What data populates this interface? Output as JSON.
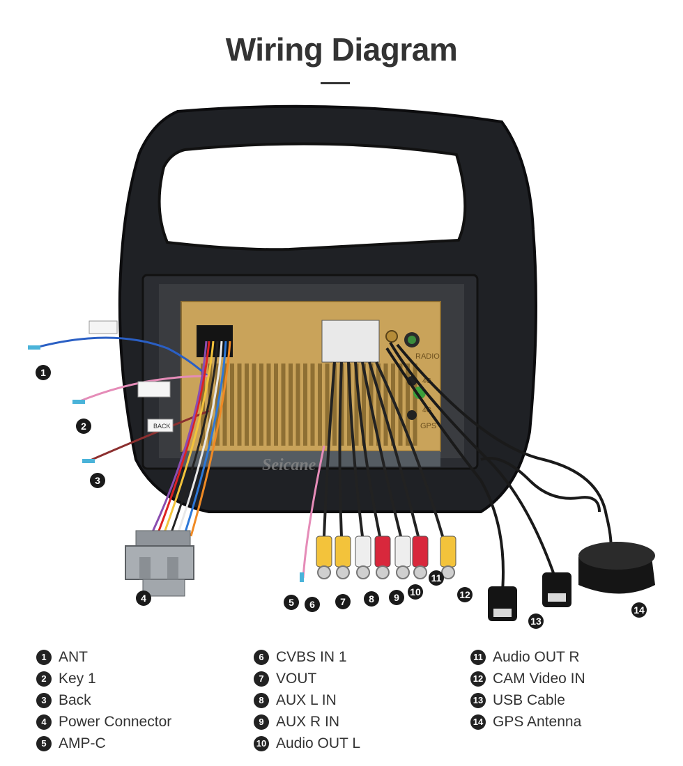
{
  "header": {
    "title": "Wiring Diagram"
  },
  "watermark": "Seicane",
  "panel_labels": {
    "radio": "RADIO",
    "port_4g": "4G",
    "port_4g_2": "4G",
    "gps": "GPS",
    "back_tag": "BACK"
  },
  "callouts": [
    "1",
    "2",
    "3",
    "4",
    "5",
    "6",
    "7",
    "8",
    "9",
    "10",
    "11",
    "12",
    "13",
    "14"
  ],
  "legend": {
    "col1": [
      {
        "num": "1",
        "label": "ANT"
      },
      {
        "num": "2",
        "label": "Key 1"
      },
      {
        "num": "3",
        "label": "Back"
      },
      {
        "num": "4",
        "label": "Power Connector"
      },
      {
        "num": "5",
        "label": "AMP-C"
      }
    ],
    "col2": [
      {
        "num": "6",
        "label": "CVBS IN 1"
      },
      {
        "num": "7",
        "label": "VOUT"
      },
      {
        "num": "8",
        "label": "AUX L IN"
      },
      {
        "num": "9",
        "label": "AUX R IN"
      },
      {
        "num": "10",
        "label": "Audio OUT L"
      }
    ],
    "col3": [
      {
        "num": "11",
        "label": "Audio OUT R"
      },
      {
        "num": "12",
        "label": "CAM Video IN"
      },
      {
        "num": "13",
        "label": "USB Cable"
      },
      {
        "num": "14",
        "label": "GPS Antenna"
      }
    ]
  }
}
